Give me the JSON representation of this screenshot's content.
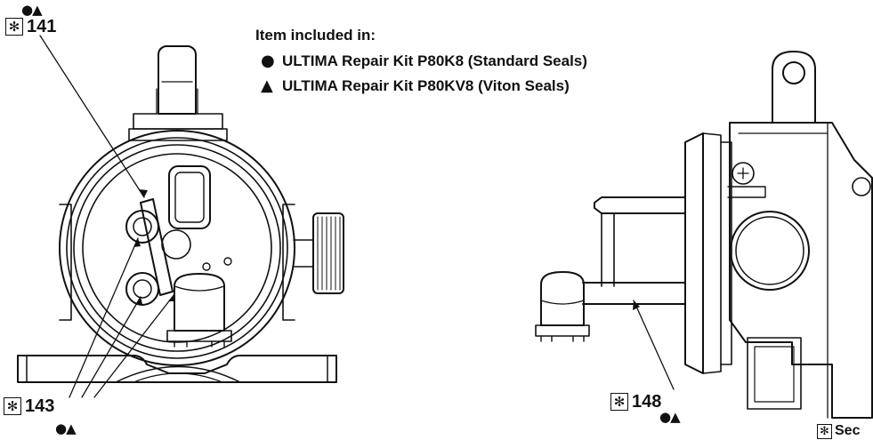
{
  "legend": {
    "title": "Item included in:",
    "items": [
      {
        "symbol": "●",
        "text": "ULTIMA Repair Kit P80K8 (Standard Seals)"
      },
      {
        "symbol": "▲",
        "text": "ULTIMA Repair Kit P80KV8 (Viton Seals)"
      }
    ]
  },
  "callouts": {
    "c141": {
      "box": "✻",
      "number": "141",
      "marks": "●▲"
    },
    "c143": {
      "box": "✻",
      "number": "143",
      "marks": "●▲"
    },
    "c148": {
      "box": "✻",
      "number": "148",
      "marks": "●▲"
    }
  },
  "footnote": {
    "box": "✻",
    "text": "Sec"
  }
}
